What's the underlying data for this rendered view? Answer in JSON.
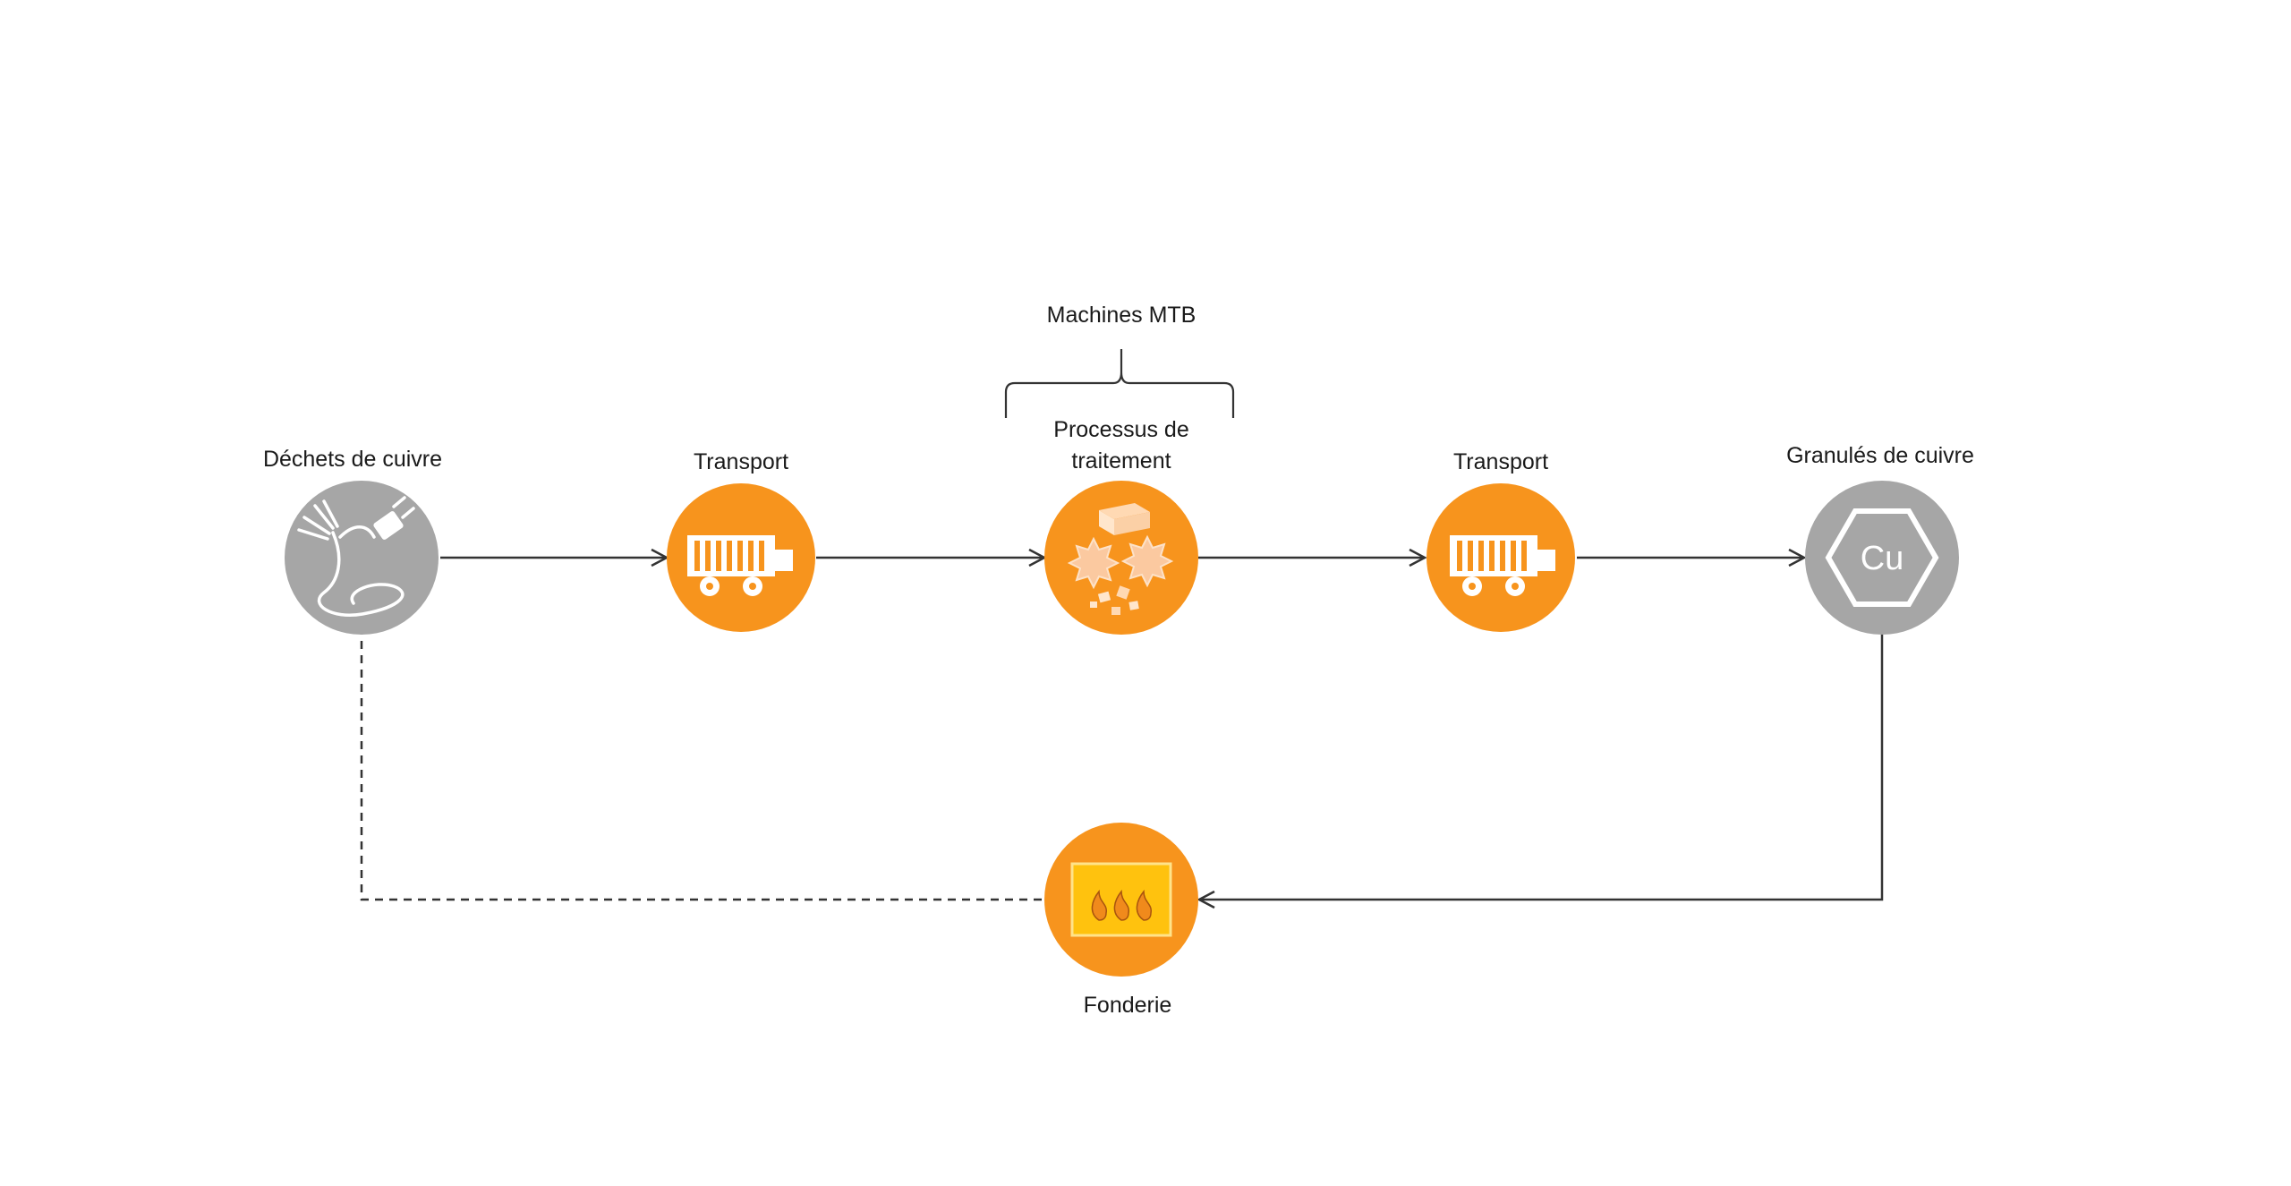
{
  "diagram": {
    "group_label": "Machines MTB",
    "nodes": {
      "copper_waste": {
        "label": "Déchets de cuivre",
        "icon": "cable-plug-icon",
        "color": "#a6a6a6"
      },
      "transport_1": {
        "label": "Transport",
        "icon": "truck-icon",
        "color": "#f7941d"
      },
      "processing": {
        "label_line1": "Processus de",
        "label_line2": "traitement",
        "icon": "shredder-icon",
        "color": "#f7941d"
      },
      "transport_2": {
        "label": "Transport",
        "icon": "truck-icon",
        "color": "#f7941d"
      },
      "copper_granules": {
        "label": "Granulés de cuivre",
        "icon": "copper-hexagon-icon",
        "symbol": "Cu",
        "color": "#a6a6a6"
      },
      "foundry": {
        "label": "Fonderie",
        "icon": "furnace-icon",
        "color": "#f7941d"
      }
    },
    "edges": [
      {
        "from": "copper_waste",
        "to": "transport_1",
        "style": "solid"
      },
      {
        "from": "transport_1",
        "to": "processing",
        "style": "solid"
      },
      {
        "from": "processing",
        "to": "transport_2",
        "style": "solid"
      },
      {
        "from": "transport_2",
        "to": "copper_granules",
        "style": "solid"
      },
      {
        "from": "copper_granules",
        "to": "foundry",
        "style": "solid"
      },
      {
        "from": "foundry",
        "to": "copper_waste",
        "style": "dashed"
      }
    ]
  }
}
